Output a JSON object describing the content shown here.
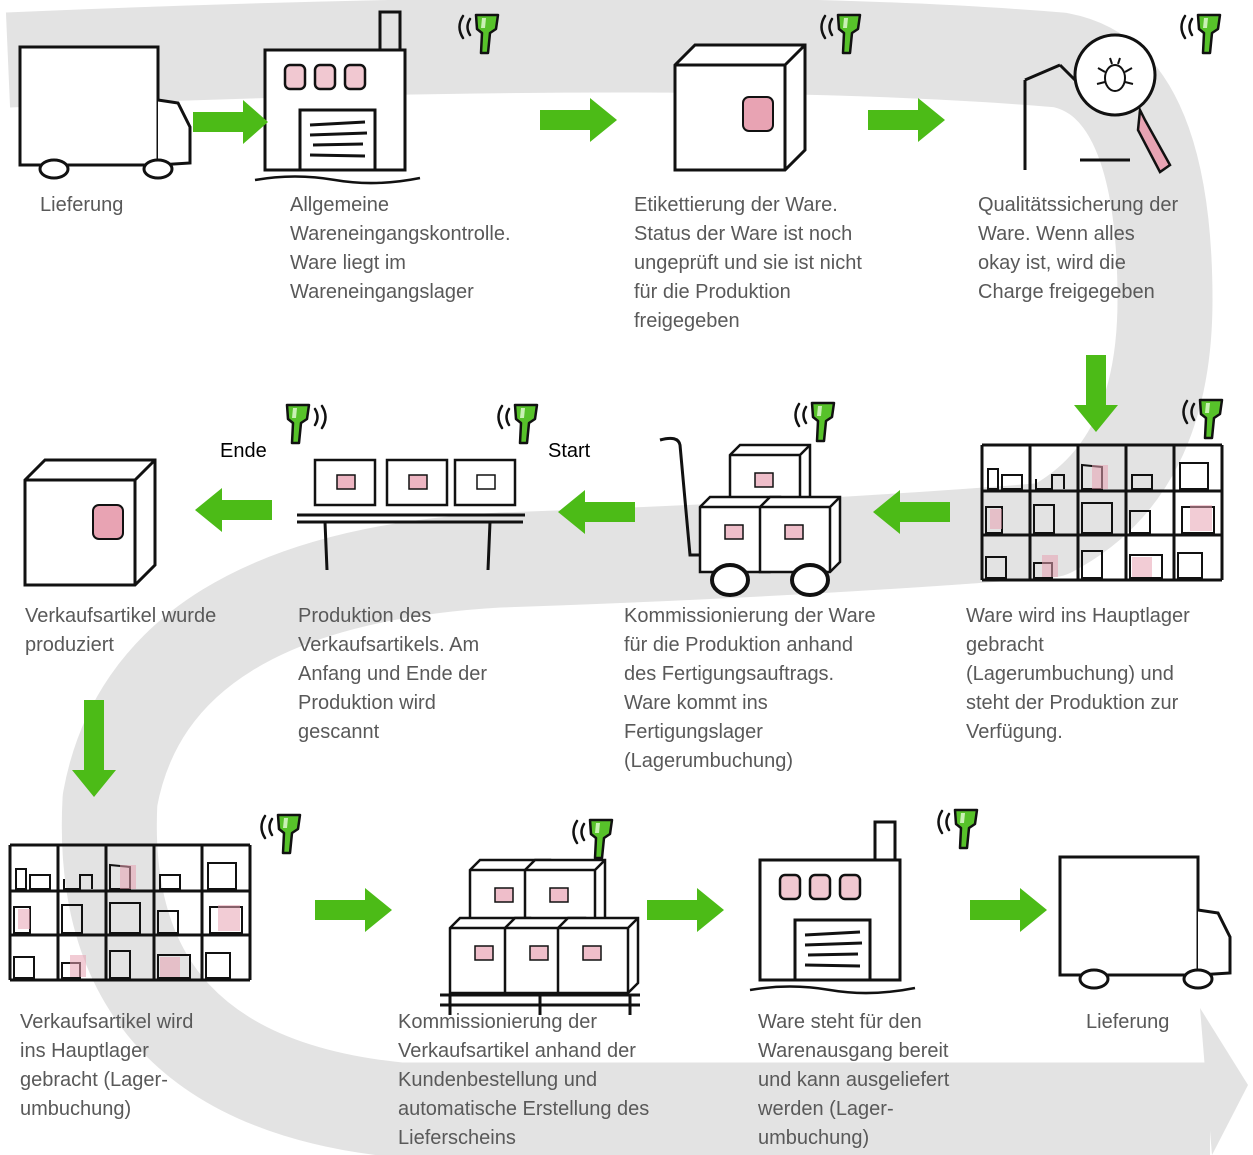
{
  "steps": [
    {
      "text": "Lieferung"
    },
    {
      "text": "Allgemeine\nWareneingangskontrolle.\nWare liegt im\nWareneingangslager"
    },
    {
      "text": "Etikettierung der Ware.\nStatus der Ware ist noch\nungeprüft und sie ist nicht\nfür die Produktion\nfreigegeben"
    },
    {
      "text": "Qualitätssicherung der\nWare. Wenn alles\nokay ist, wird die\nCharge freigegeben"
    },
    {
      "text": "Ware wird ins Hauptlager\ngebracht\n(Lagerumbuchung) und\nsteht der Produktion zur\nVerfügung."
    },
    {
      "text": "Kommissionierung der Ware\nfür die Produktion anhand\ndes Fertigungsauftrags.\nWare kommt ins\nFertigungslager\n(Lagerumbuchung)"
    },
    {
      "text": "Produktion des\nVerkaufsartikels. Am\nAnfang und Ende der\nProduktion wird\ngescannt"
    },
    {
      "text": "Verkaufsartikel wurde\nproduziert"
    },
    {
      "text": "Verkaufsartikel wird\nins Hauptlager\ngebracht (Lager-\numbuchung)"
    },
    {
      "text": "Kommissionierung der\nVerkaufsartikel anhand der\nKundenbestellung und\nautomatische Erstellung des\nLieferscheins"
    },
    {
      "text": "Ware steht für den\nWarenausgang bereit\nund kann ausgeliefert\nwerden (Lager-\numbuchung)"
    },
    {
      "text": "Lieferung"
    }
  ],
  "tags": {
    "ende": "Ende",
    "start": "Start"
  },
  "colors": {
    "arrow": "#4cbb17",
    "band": "#e3e3e3",
    "line": "#111111",
    "label_pink": "#e8a3b3",
    "scanner": "#57c22a",
    "text": "#595959"
  }
}
